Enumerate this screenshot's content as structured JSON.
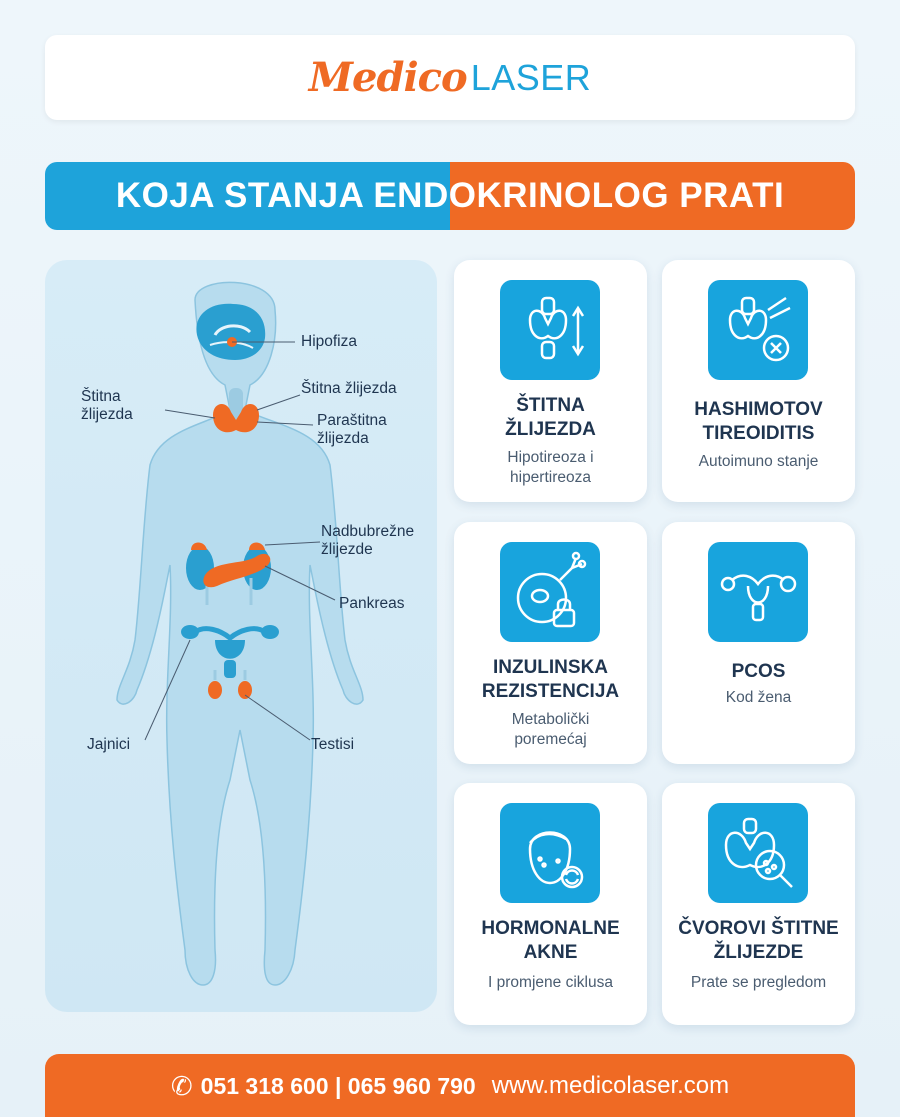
{
  "brand": {
    "script": "Medico",
    "word": "LASER",
    "colors": {
      "orange": "#ef6a24",
      "blue": "#1ea3da",
      "navy": "#1f3550"
    }
  },
  "title": "KOJA STANJA ENDOKRINOLOG PRATI",
  "diagram": {
    "labels": {
      "hipofiza": "Hipofiza",
      "stitna_left": "Štitna\nžlijezda",
      "stitna_right": "Štitna žlijezda",
      "parastitna": "Paraštitna\nžlijezda",
      "nadbubrezne": "Nadbubrežne\nžlijezde",
      "pankreas": "Pankreas",
      "jajnici": "Jajnici",
      "testisi": "Testisi"
    }
  },
  "cards": [
    {
      "icon": "thyroid-arrows-icon",
      "title": "ŠTITNA\nŽLIJEZDA",
      "subtitle": "Hipotireoza i\nhipertireoza"
    },
    {
      "icon": "thyroid-x-icon",
      "title": "HASHIMOTOV\nTIREOIDITIS",
      "subtitle": "Autoimuno stanje"
    },
    {
      "icon": "cell-lock-icon",
      "title": "INZULINSKA\nREZISTENCIJA",
      "subtitle": "Metabolički\nporemećaj"
    },
    {
      "icon": "uterus-icon",
      "title": "PCOS",
      "subtitle": "Kod žena"
    },
    {
      "icon": "face-acne-icon",
      "title": "HORMONALNE\nAKNE",
      "subtitle": "I promjene ciklusa"
    },
    {
      "icon": "thyroid-magnifier-icon",
      "title": "ČVOROVI ŠTITNE\nŽLIJEZDE",
      "subtitle": "Prate se pregledom"
    }
  ],
  "footer": {
    "phone_icon": "phone-icon",
    "phones": "051 318 600 | 065 960 790",
    "website": "www.medicolaser.com"
  }
}
